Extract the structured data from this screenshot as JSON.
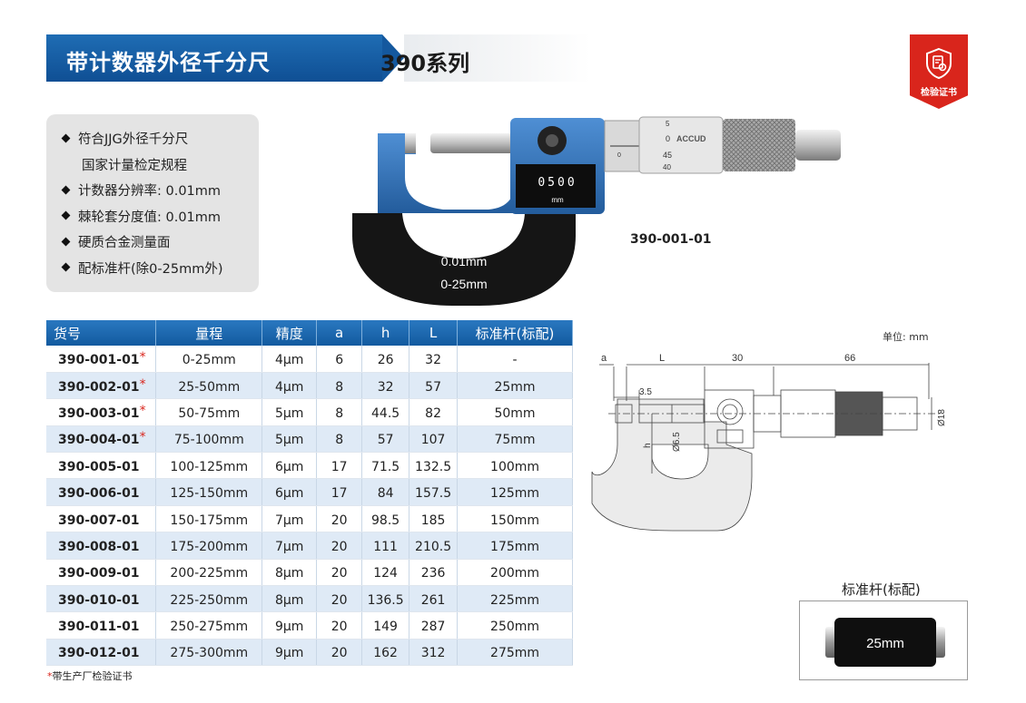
{
  "header": {
    "title": "带计数器外径千分尺",
    "series": "390系列"
  },
  "cert_badge": {
    "label": "检验证书"
  },
  "features": [
    "符合JJG外径千分尺",
    "国家计量检定规程",
    "计数器分辨率: 0.01mm",
    "棘轮套分度值: 0.01mm",
    "硬质合金测量面",
    "配标准杆(除0-25mm外)"
  ],
  "product_photo": {
    "model": "390-001-01",
    "frame_text_1": "0.01mm",
    "frame_text_2": "0-25mm",
    "counter": "0500",
    "counter_unit": "mm",
    "brand": "ACCUD",
    "scale_marks": [
      "5",
      "0",
      "45",
      "40"
    ],
    "sleeve_mark": "0"
  },
  "table": {
    "headers": [
      "货号",
      "量程",
      "精度",
      "a",
      "h",
      "L",
      "标准杆(标配)"
    ],
    "rows": [
      {
        "code": "390-001-01",
        "star": "*",
        "range": "0-25mm",
        "acc": "4μm",
        "a": "6",
        "h": "26",
        "L": "32",
        "rod": "-"
      },
      {
        "code": "390-002-01",
        "star": "*",
        "range": "25-50mm",
        "acc": "4μm",
        "a": "8",
        "h": "32",
        "L": "57",
        "rod": "25mm"
      },
      {
        "code": "390-003-01",
        "star": "*",
        "range": "50-75mm",
        "acc": "5μm",
        "a": "8",
        "h": "44.5",
        "L": "82",
        "rod": "50mm"
      },
      {
        "code": "390-004-01",
        "star": "*",
        "range": "75-100mm",
        "acc": "5μm",
        "a": "8",
        "h": "57",
        "L": "107",
        "rod": "75mm"
      },
      {
        "code": "390-005-01",
        "star": "",
        "range": "100-125mm",
        "acc": "6μm",
        "a": "17",
        "h": "71.5",
        "L": "132.5",
        "rod": "100mm"
      },
      {
        "code": "390-006-01",
        "star": "",
        "range": "125-150mm",
        "acc": "6μm",
        "a": "17",
        "h": "84",
        "L": "157.5",
        "rod": "125mm"
      },
      {
        "code": "390-007-01",
        "star": "",
        "range": "150-175mm",
        "acc": "7μm",
        "a": "20",
        "h": "98.5",
        "L": "185",
        "rod": "150mm"
      },
      {
        "code": "390-008-01",
        "star": "",
        "range": "175-200mm",
        "acc": "7μm",
        "a": "20",
        "h": "111",
        "L": "210.5",
        "rod": "175mm"
      },
      {
        "code": "390-009-01",
        "star": "",
        "range": "200-225mm",
        "acc": "8μm",
        "a": "20",
        "h": "124",
        "L": "236",
        "rod": "200mm"
      },
      {
        "code": "390-010-01",
        "star": "",
        "range": "225-250mm",
        "acc": "8μm",
        "a": "20",
        "h": "136.5",
        "L": "261",
        "rod": "225mm"
      },
      {
        "code": "390-011-01",
        "star": "",
        "range": "250-275mm",
        "acc": "9μm",
        "a": "20",
        "h": "149",
        "L": "287",
        "rod": "250mm"
      },
      {
        "code": "390-012-01",
        "star": "",
        "range": "275-300mm",
        "acc": "9μm",
        "a": "20",
        "h": "162",
        "L": "312",
        "rod": "275mm"
      }
    ]
  },
  "footnote": {
    "star": "*",
    "text": "带生产厂检验证书"
  },
  "drawing": {
    "unit": "单位: mm",
    "dim_a": "a",
    "dim_L": "L",
    "dim_30": "30",
    "dim_66": "66",
    "dim_35": "3.5",
    "dim_65": "Ø6.5",
    "dim_h": "h",
    "dim_18": "Ø18"
  },
  "rod": {
    "title": "标准杆(标配)",
    "label": "25mm"
  },
  "colors": {
    "brand_blue": "#125a9f",
    "accent_red": "#d9251c",
    "frame_blue": "#2f6fb5",
    "row_alt": "#dfeaf6"
  }
}
